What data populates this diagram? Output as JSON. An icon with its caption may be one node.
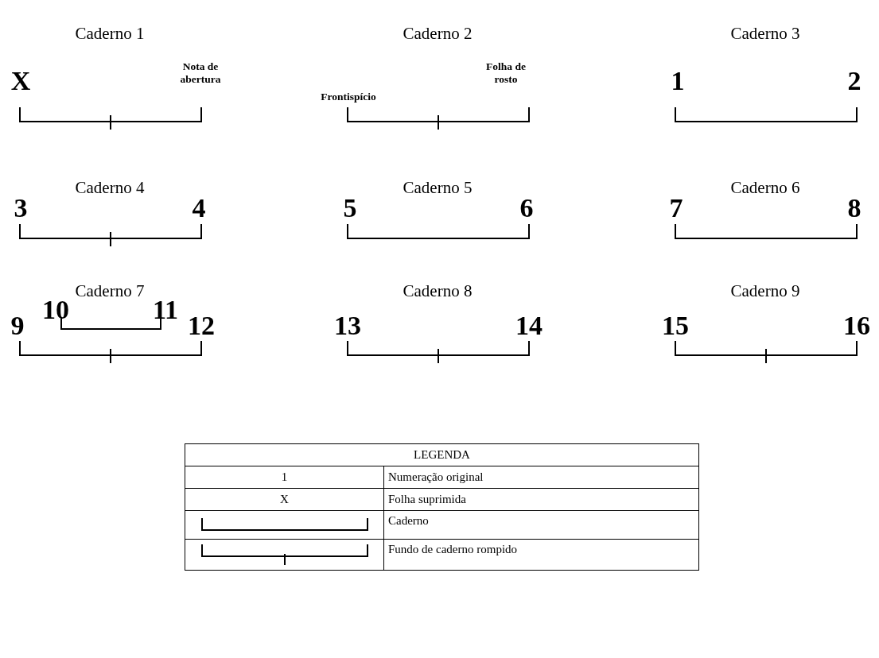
{
  "diagram": {
    "labels": [
      "Caderno 1",
      "Caderno 2",
      "Caderno 3",
      "X",
      "Nota de abertura",
      "Frontispício",
      "Folha de rosto",
      "1",
      "2",
      "Caderno 4",
      "Caderno 5",
      "Caderno 6",
      "3",
      "4",
      "5",
      "6",
      "7",
      "8",
      "Caderno 7",
      "Caderno 8",
      "Caderno 9",
      "10",
      "11",
      "9",
      "12",
      "13",
      "14",
      "15",
      "16",
      "LEGENDA",
      "1",
      "Numeração original",
      "X",
      "Folha suprimida"
    ],
    "legend": [
      {
        "text": "Caderno"
      },
      {
        "text": "Fundo de caderno rompido"
      }
    ]
  }
}
